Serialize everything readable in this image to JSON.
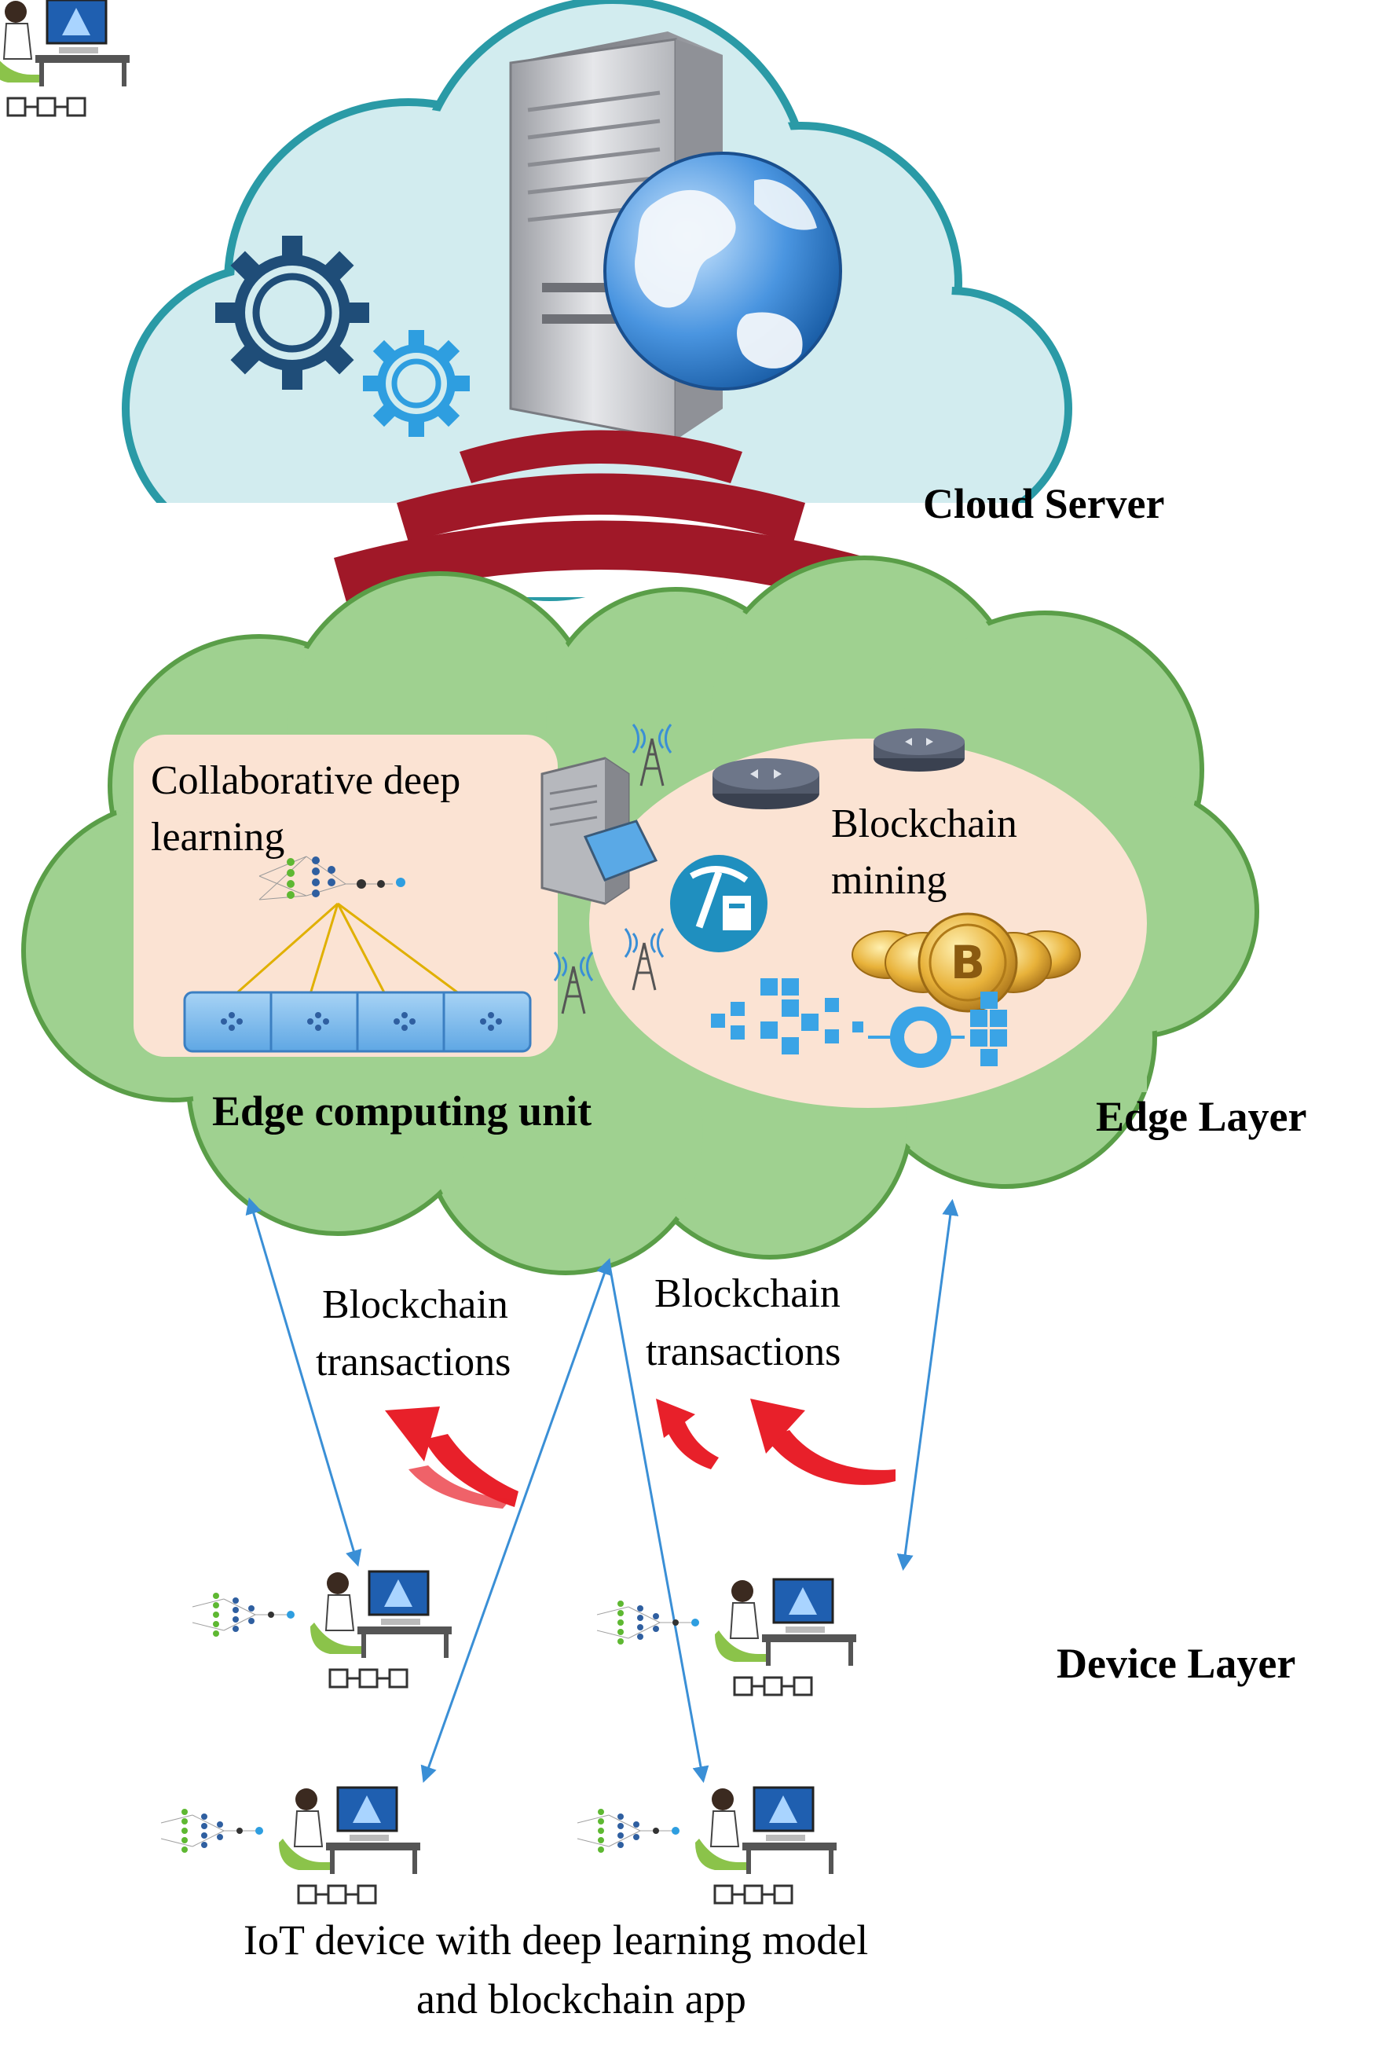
{
  "layers": {
    "cloud": {
      "label": "Cloud  Server"
    },
    "edge": {
      "label": "Edge Layer",
      "unit_label": "Edge computing   unit"
    },
    "device": {
      "label": "Device Layer"
    }
  },
  "edge_panels": {
    "deep_learning": {
      "line1": "Collaborative  deep",
      "line2": "learning"
    },
    "mining": {
      "line1": "Blockchain",
      "line2": "mining"
    }
  },
  "transactions": {
    "left": {
      "line1": "Blockchain",
      "line2": "transactions"
    },
    "right": {
      "line1": "Blockchain",
      "line2": "transactions"
    }
  },
  "caption": {
    "line1": "IoT device with deep learning model",
    "line2": "and blockchain  app"
  },
  "colors": {
    "cloud_top_fill": "#d2ecef",
    "cloud_top_stroke": "#2a9aa6",
    "cloud_edge_fill": "#9fd190",
    "cloud_edge_stroke": "#5a9e48",
    "panel_fill": "#fbe3d3",
    "signal_red": "#a01828",
    "arrow_blue": "#3a8fd6",
    "curve_red": "#e8202a",
    "globe_blue": "#2f7fd0",
    "gear_dark": "#1f4d78",
    "gear_light": "#2e9ee0",
    "coin_gold": "#e0a020"
  },
  "icons": [
    "server-icon",
    "globe-icon",
    "gear-icon",
    "signal-waves-icon",
    "cell-tower-icon",
    "router-icon",
    "pickaxe-icon",
    "bitcoin-coin-icon",
    "neural-network-icon",
    "cube-chain-icon",
    "person-computer-icon"
  ]
}
